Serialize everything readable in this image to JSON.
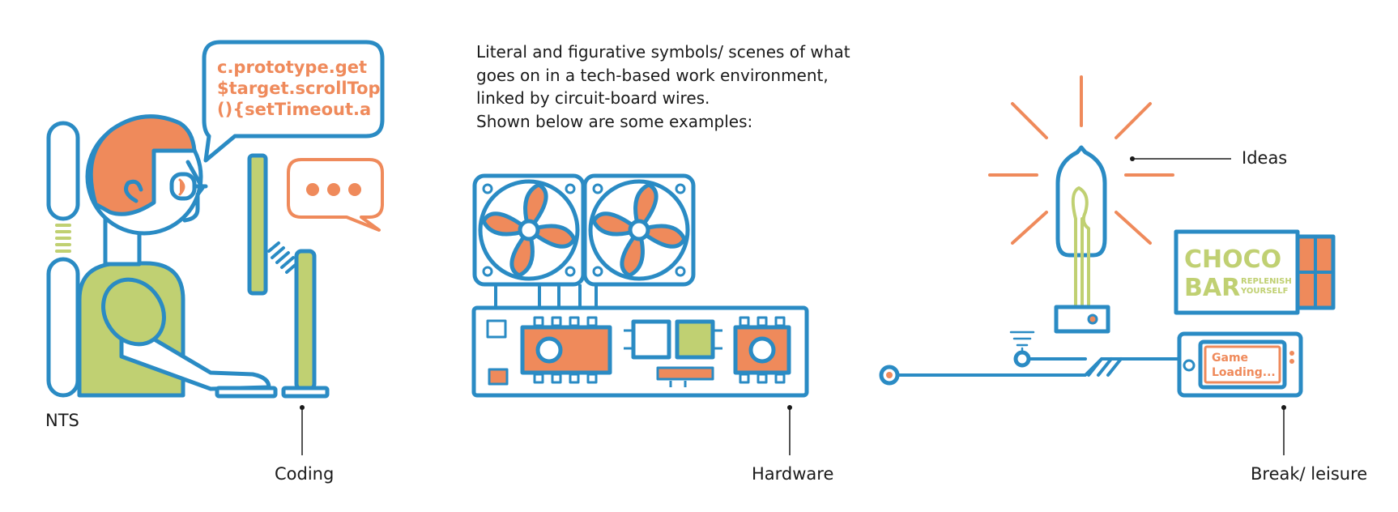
{
  "intro": {
    "line1": "Literal and figurative symbols/ scenes of what",
    "line2": "goes on in a tech-based work environment,",
    "line3": "linked by circuit-board wires.",
    "line4": "Shown below are some examples:"
  },
  "labels": {
    "nts": "NTS",
    "coding": "Coding",
    "hardware": "Hardware",
    "break": "Break/ leisure",
    "ideas": "Ideas"
  },
  "code_bubble": {
    "line1": "c.prototype.get",
    "line2": "$target.scrollTop",
    "line3": "(){setTimeout.a"
  },
  "choco_bar": {
    "line1": "CHOCO",
    "line2": "BAR",
    "tag1": "REPLENISH",
    "tag2": "YOURSELF"
  },
  "game_screen": {
    "line1": "Game",
    "line2": "Loading..."
  },
  "colors": {
    "blue": "#2a8bc4",
    "orange": "#ef8a5b",
    "green": "#c0d072",
    "text": "#1a1a1a"
  }
}
